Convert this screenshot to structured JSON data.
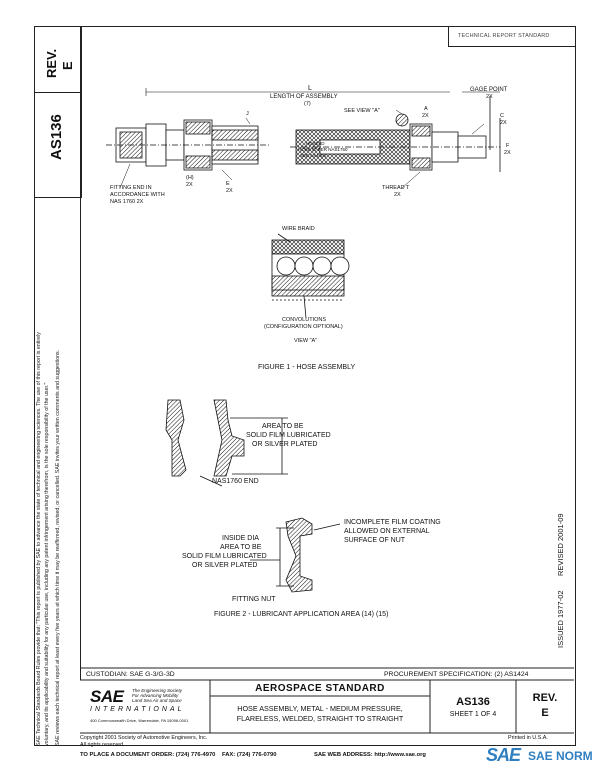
{
  "header": {
    "rev_label": "REV.",
    "rev_value": "E",
    "doc_number": "AS136",
    "tech_report_note": "TECHNICAL REPORT STANDARD"
  },
  "left_margin": {
    "line1": "SAE Technical Standards Board Rules provide that: \"This report is published by SAE to advance the state of technical and engineering sciences. The use of this report is entirely",
    "line2": "voluntary, and its applicability and suitability for any particular use, including any patent infringement arising therefrom, is the sole responsibility of the user.\"",
    "line3": "SAE reviews each technical report at least every five years at which time it may be reaffirmed, revised, or cancelled. SAE invites your written comments and suggestions."
  },
  "figure1": {
    "caption": "FIGURE 1 - HOSE ASSEMBLY",
    "labels": {
      "length": "L",
      "length_desc": "LENGTH OF ASSEMBLY",
      "length_note": "(7)",
      "gage_point": "GAGE POINT",
      "gage_count": "2X",
      "see_view": "SEE VIEW \"A\"",
      "a_label": "A",
      "a_count": "2X",
      "j_label": "J",
      "c_label": "C",
      "c_count": "2X",
      "f_label": "F",
      "f_count": "2X",
      "hose_id_line1": "HOSE ID",
      "hose_id_line2": "HOSE ID PER NAS1760",
      "hose_id_line3": "SEE AS4404",
      "fitting_end_1": "FITTING END IN",
      "fitting_end_2": "ACCORDANCE WITH",
      "fitting_end_3": "NAS 1760 2X",
      "h_label": "(H)",
      "h_count": "2X",
      "e_label": "E",
      "e_count": "2X",
      "thread_label": "THREAD T",
      "thread_count": "2X",
      "wire_braid": "WIRE BRAID",
      "convolutions_1": "CONVOLUTIONS",
      "convolutions_2": "(CONFIGURATION OPTIONAL)",
      "view_a": "VIEW \"A\""
    }
  },
  "figure2": {
    "caption": "FIGURE 2 - LUBRICANT APPLICATION AREA (14) (15)",
    "area_label_1": "AREA TO BE",
    "area_label_2": "SOLID FILM LUBRICATED",
    "area_label_3": "OR SILVER PLATED",
    "nas_end": "NAS1760 END",
    "inside_dia_1": "INSIDE DIA",
    "inside_dia_2": "AREA TO BE",
    "inside_dia_3": "SOLID FILM LUBRICATED",
    "inside_dia_4": "OR SILVER PLATED",
    "incomplete_1": "INCOMPLETE FILM COATING",
    "incomplete_2": "ALLOWED ON EXTERNAL",
    "incomplete_3": "SURFACE OF NUT",
    "fitting_nut": "FITTING NUT"
  },
  "right_margin": {
    "issued": "ISSUED 1977-02",
    "revised": "REVISED 2001-09"
  },
  "title_block": {
    "custodian": "CUSTODIAN:  SAE G-3/G-3D",
    "procurement": "PROCUREMENT SPECIFICATION:  (2) AS1424",
    "sae_logo": "SAE",
    "sae_tagline_1": "The Engineering Society",
    "sae_tagline_2": "For Advancing Mobility",
    "sae_tagline_3": "Land Sea Air and Space",
    "sae_international": "INTERNATIONAL",
    "sae_address": "400 Commonwealth Drive, Warrendale, PA 15096-0001",
    "standard_title": "AEROSPACE STANDARD",
    "description_1": "HOSE ASSEMBLY, METAL - MEDIUM PRESSURE,",
    "description_2": "FLARELESS, WELDED, STRAIGHT TO STRAIGHT",
    "doc_number": "AS136",
    "sheet": "SHEET 1 OF 4",
    "rev_label": "REV.",
    "rev_value": "E"
  },
  "footer": {
    "copyright_1": "Copyright 2001 Society of Automotive Engineers, Inc.",
    "copyright_2": "All rights reserved.",
    "printed": "Printed in U.S.A.",
    "order": "TO PLACE A DOCUMENT ORDER:  (724) 776-4970",
    "fax": "FAX:  (724) 776-0790",
    "web": "SAE WEB ADDRESS:  http://www.sae.org",
    "watermark_logo": "SAE",
    "watermark_text": "SAE NORM"
  }
}
